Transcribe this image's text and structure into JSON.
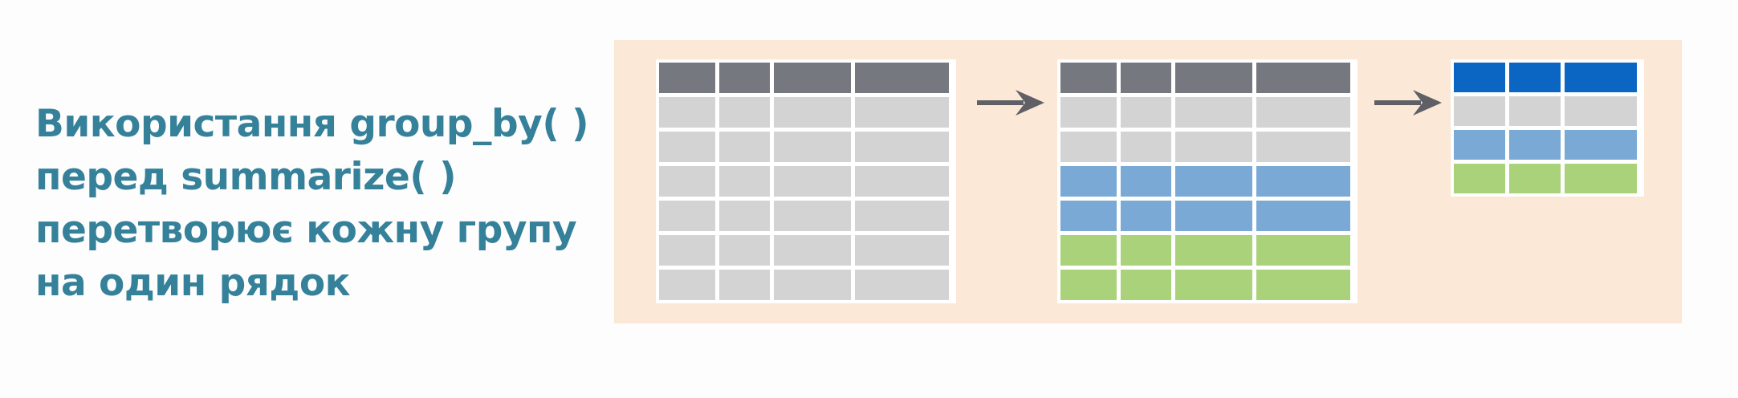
{
  "caption": {
    "lines": [
      "Використання group_by( )",
      "перед summarize( )",
      "перетворює кожну групу",
      "на один рядок"
    ]
  },
  "colors": {
    "caption_text": "#35819a",
    "panel_background": "#fbe8d6",
    "header": "#767880",
    "ungrouped_row": "#d3d3d3",
    "group_blue": "#7aa9d6",
    "group_green": "#aad27a",
    "summary_header": "#0a66c2",
    "arrow": "#5f6066"
  },
  "tables": [
    {
      "name": "original-table",
      "row_kinds": [
        "header",
        "ungrouped_row",
        "ungrouped_row",
        "ungrouped_row",
        "ungrouped_row",
        "ungrouped_row",
        "ungrouped_row"
      ]
    },
    {
      "name": "grouped-table",
      "row_kinds": [
        "header",
        "ungrouped_row",
        "ungrouped_row",
        "group_blue",
        "group_blue",
        "group_green",
        "group_green"
      ]
    },
    {
      "name": "summarized-table",
      "row_kinds": [
        "summary_header",
        "ungrouped_row",
        "group_blue",
        "group_green"
      ]
    }
  ],
  "icons": [
    "arrow-right-icon",
    "arrow-right-icon"
  ]
}
